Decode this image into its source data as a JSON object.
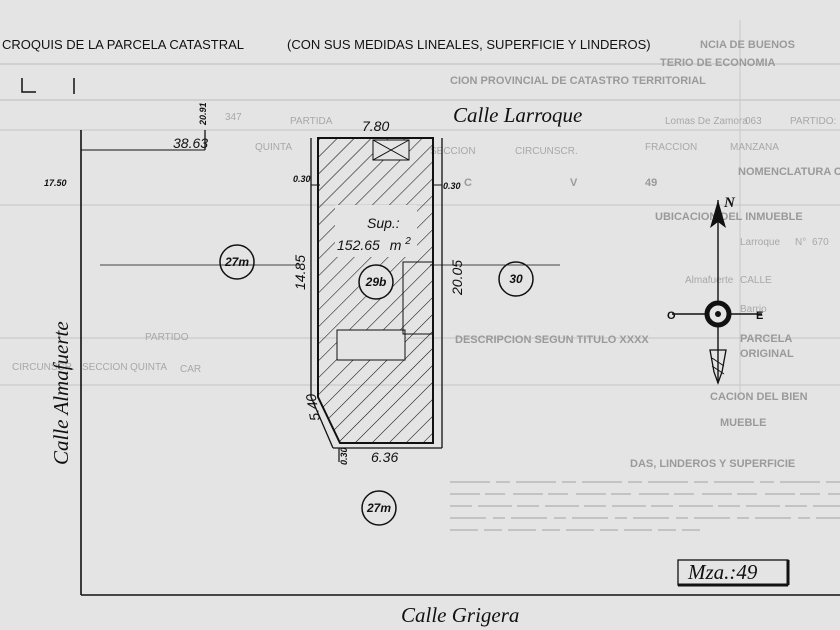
{
  "header": {
    "title": "CROQUIS DE LA PARCELA CATASTRAL",
    "subtitle": "(CON SUS MEDIDAS LINEALES, SUPERFICIE Y LINDEROS)"
  },
  "streets": {
    "north": "Calle Larroque",
    "south": "Calle Grigera",
    "west": "Calle Almafuerte"
  },
  "measurements": {
    "m_2091": "20.91",
    "m_3863": "38.63",
    "m_1750": "17.50",
    "m_780": "7.80",
    "m_030_a": "0.30",
    "m_030_b": "0.30",
    "m_030_c": "0.30",
    "m_1485": "14.85",
    "m_2005": "20.05",
    "m_540": "5.40",
    "m_636": "6.36"
  },
  "parcel": {
    "sup_label": "Sup.:",
    "area": "152.65",
    "unit": "m",
    "unit_exp": "2",
    "lot": "29b"
  },
  "neighbors": {
    "west_lot": "27m",
    "east_lot": "30",
    "south_lot": "27m"
  },
  "compass": {
    "north": "N",
    "west": "O",
    "east": "E"
  },
  "manzana": "Mza.:49",
  "background_form": {
    "lines": [
      "NCIA DE BUENOS",
      "TERIO DE ECONOMIA",
      "CION PROVINCIAL DE CATASTRO TERRITORIAL",
      "PARTIDA",
      "347",
      "PARTIDO:",
      "063",
      "Lomas De Zamora",
      "CIRCUNSCR.",
      "SECCION",
      "QUINTA",
      "FRACCION",
      "MANZANA",
      "NOMENCLATURA CATASTRAL",
      "V",
      "C",
      "49",
      "UBICACION DEL INMUEBLE",
      "Larroque",
      "N°",
      "670",
      "CALLE",
      "Almafuerte",
      "Barrio",
      "PARCELA",
      "ORIGINAL",
      "DESCRIPCION SEGUN TITULO XXXX",
      "CIRCUNSCR.",
      "SECCION",
      "QUINTA",
      "CAR",
      "PARTIDO",
      "CACION DEL BIEN",
      "MUEBLE",
      "DAS, LINDEROS Y SUPERFICIE"
    ]
  }
}
